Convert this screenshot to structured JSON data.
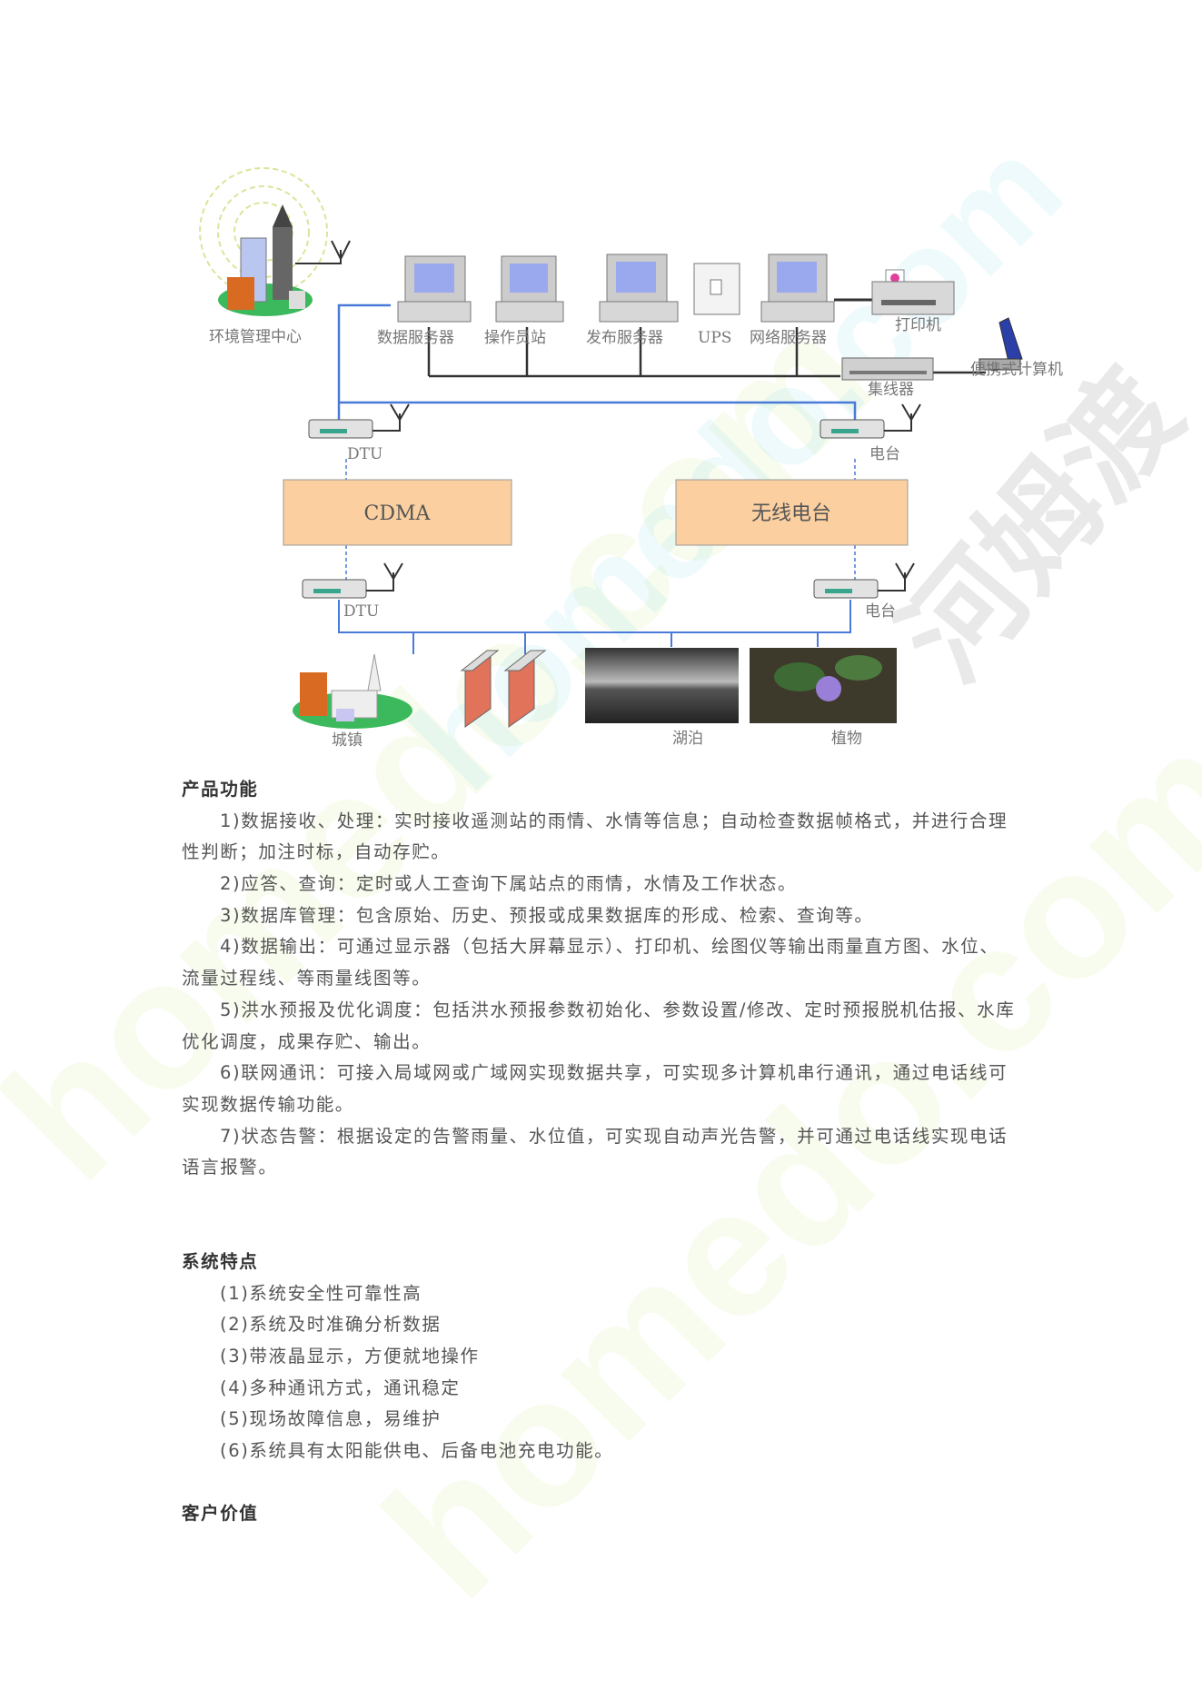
{
  "diagram": {
    "center_label": "环境管理中心",
    "devices": [
      "数据服务器",
      "操作员站",
      "发布服务器",
      "UPS",
      "网络服务器"
    ],
    "printer": "打印机",
    "laptop": "便携式计算机",
    "hub": "集线器",
    "dtu": "DTU",
    "radio": "电台",
    "cdma": "CDMA",
    "wireless": "无线电台",
    "town": "城镇",
    "lake": "湖泊",
    "plant": "植物",
    "colors": {
      "box": "#fbcfa0",
      "link": "#4a7ad8",
      "bus": "#333333"
    }
  },
  "section1": {
    "title": "产品功能",
    "lines": [
      "1)数据接收、处理：实时接收遥测站的雨情、水情等信息；自动检查数据帧格式，并进行合理",
      "性判断；加注时标，自动存贮。",
      "2)应答、查询：定时或人工查询下属站点的雨情，水情及工作状态。",
      "3)数据库管理：包含原始、历史、预报或成果数据库的形成、检索、查询等。",
      "4)数据输出：可通过显示器（包括大屏幕显示）、打印机、绘图仪等输出雨量直方图、水位、",
      "流量过程线、等雨量线图等。",
      "5)洪水预报及优化调度：包括洪水预报参数初始化、参数设置/修改、定时预报脱机估报、水库",
      "优化调度，成果存贮、输出。",
      "6)联网通讯：可接入局域网或广域网实现数据共享，可实现多计算机串行通讯，通过电话线可",
      "实现数据传输功能。",
      "7)状态告警：根据设定的告警雨量、水位值，可实现自动声光告警，并可通过电话线实现电话",
      "语言报警。"
    ]
  },
  "section2": {
    "title": "系统特点",
    "items": [
      "(1)系统安全性可靠性高",
      "(2)系统及时准确分析数据",
      "(3)带液晶显示，方便就地操作",
      "(4)多种通讯方式，通讯稳定",
      "(5)现场故障信息，易维护",
      "(6)系统具有太阳能供电、后备电池充电功能。"
    ]
  },
  "section3": {
    "title": "客户价值"
  },
  "watermark": {
    "text1": "homedo.com",
    "text2": "河姆渡"
  }
}
